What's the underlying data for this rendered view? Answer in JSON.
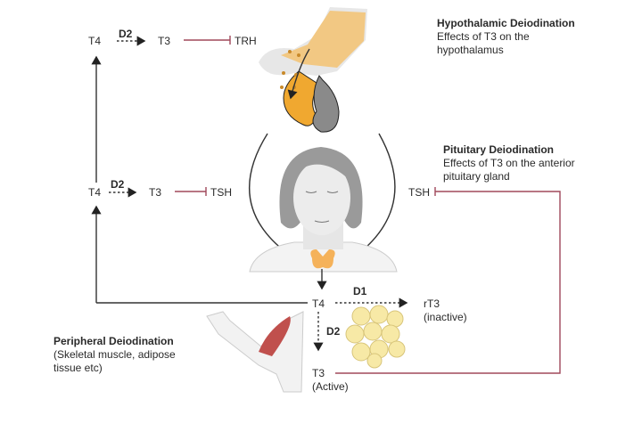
{
  "colors": {
    "inhibit": "#a0485a",
    "hormone_orange": "#f0a830",
    "thyroid": "#f5b25a",
    "fat": "#f7e9a6"
  },
  "top_row": {
    "t4": "T4",
    "enzyme": "D2",
    "t3": "T3",
    "target": "TRH"
  },
  "middle_row": {
    "t4": "T4",
    "enzyme": "D2",
    "t3": "T3",
    "target": "TSH"
  },
  "right_tsh": "TSH",
  "bottom": {
    "t4": "T4",
    "d1": "D1",
    "rt3": "rT3",
    "rt3_note": "(inactive)",
    "d2": "D2",
    "t3": "T3",
    "t3_note": "(Active)"
  },
  "labels": {
    "hypothalamic": {
      "title": "Hypothalamic Deiodination",
      "line1": "Effects of T3 on the",
      "line2": "hypothalamus"
    },
    "pituitary": {
      "title": "Pituitary Deiodination",
      "line1": "Effects of T3 on the anterior",
      "line2": "pituitary gland"
    },
    "peripheral": {
      "title": "Peripheral Deiodination",
      "line1": "(Skeletal muscle, adipose",
      "line2": "tissue etc)"
    }
  }
}
